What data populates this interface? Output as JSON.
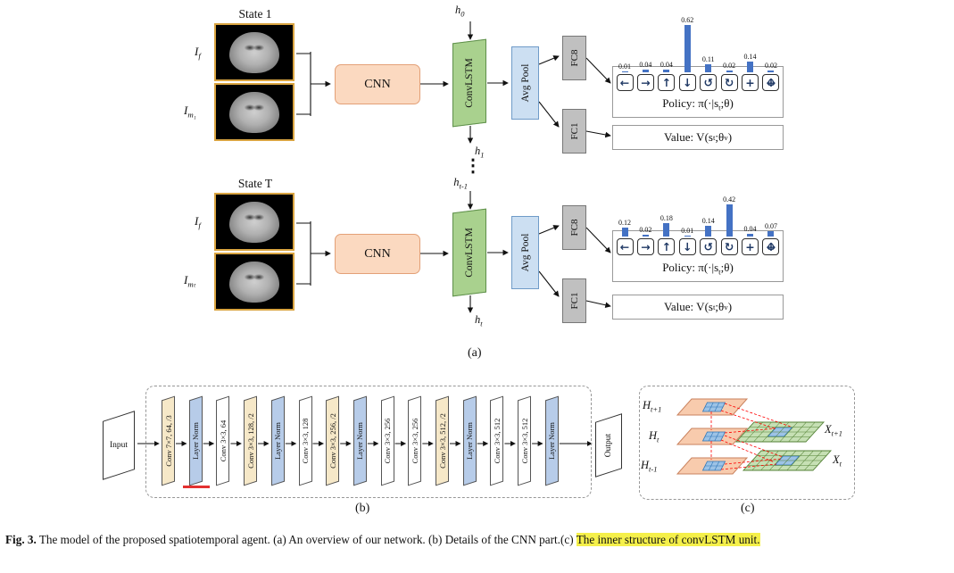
{
  "figure": {
    "sub_labels": {
      "a": "(a)",
      "b": "(b)",
      "c": "(c)"
    },
    "caption": {
      "prefix": "Fig. 3.",
      "body": " The model of the proposed spatiotemporal agent. (a) An overview of our network. (b) Details of the CNN part.(c) ",
      "highlight": "The inner structure of convLSTM unit."
    }
  },
  "overview": {
    "dots": "⋮",
    "hidden_labels": {
      "h0": {
        "base": "h",
        "sub": "0"
      },
      "h1": {
        "base": "h",
        "sub": "1"
      },
      "ht_minus": {
        "base": "h",
        "sub": "t-1"
      },
      "ht": {
        "base": "h",
        "sub": "t"
      }
    },
    "rows": [
      {
        "state_label": "State 1",
        "inputs": [
          {
            "base": "I",
            "sub": "f"
          },
          {
            "base": "I",
            "sub": "m₁"
          }
        ],
        "cnn_label": "CNN",
        "convlstm_label": "ConvLSTM",
        "avgpool_label": "Avg Pool",
        "fc_top_label": "FC8",
        "fc_bottom_label": "FC1",
        "policy": {
          "label": {
            "pre": "Policy: π(·|s",
            "sub": "t",
            "post": ";θ)"
          },
          "actions": [
            {
              "icon": "arrow-left-icon",
              "glyph": "←",
              "prob": "0.01"
            },
            {
              "icon": "arrow-right-icon",
              "glyph": "→",
              "prob": "0.04"
            },
            {
              "icon": "arrow-up-icon",
              "glyph": "↑",
              "prob": "0.04"
            },
            {
              "icon": "arrow-down-icon",
              "glyph": "↓",
              "prob": "0.62"
            },
            {
              "icon": "rotate-ccw-icon",
              "glyph": "↺",
              "prob": "0.11"
            },
            {
              "icon": "rotate-cw-icon",
              "glyph": "↻",
              "prob": "0.02"
            },
            {
              "icon": "zoom-plus-icon",
              "glyph": "+",
              "prob": "0.14"
            },
            {
              "icon": "move-icon",
              "glyph_parts": [
                "↔",
                "↕"
              ],
              "prob": "0.02"
            }
          ]
        },
        "value": {
          "pre": "Value: V(s",
          "sub1": "t",
          "mid": ";θ",
          "sub2": "v",
          "post": ")"
        }
      },
      {
        "state_label": "State T",
        "inputs": [
          {
            "base": "I",
            "sub": "f"
          },
          {
            "base": "I",
            "sub": "mₜ"
          }
        ],
        "cnn_label": "CNN",
        "convlstm_label": "ConvLSTM",
        "avgpool_label": "Avg Pool",
        "fc_top_label": "FC8",
        "fc_bottom_label": "FC1",
        "policy": {
          "label": {
            "pre": "Policy: π(·|s",
            "sub": "t",
            "post": ";θ)"
          },
          "actions": [
            {
              "icon": "arrow-left-icon",
              "glyph": "←",
              "prob": "0.12"
            },
            {
              "icon": "arrow-right-icon",
              "glyph": "→",
              "prob": "0.02"
            },
            {
              "icon": "arrow-up-icon",
              "glyph": "↑",
              "prob": "0.18"
            },
            {
              "icon": "arrow-down-icon",
              "glyph": "↓",
              "prob": "0.01"
            },
            {
              "icon": "rotate-ccw-icon",
              "glyph": "↺",
              "prob": "0.14"
            },
            {
              "icon": "rotate-cw-icon",
              "glyph": "↻",
              "prob": "0.42"
            },
            {
              "icon": "zoom-plus-icon",
              "glyph": "+",
              "prob": "0.04"
            },
            {
              "icon": "move-icon",
              "glyph_parts": [
                "↔",
                "↕"
              ],
              "prob": "0.07"
            }
          ]
        },
        "value": {
          "pre": "Value: V(s",
          "sub1": "t",
          "mid": ";θ",
          "sub2": "v",
          "post": ")"
        }
      }
    ]
  },
  "cnn": {
    "input_label": "Input",
    "output_label": "Output",
    "layers": [
      {
        "label": "Conv 7×7, 64, /3",
        "type": "conv-stride"
      },
      {
        "label": "Layer Norm",
        "type": "norm",
        "underline": true
      },
      {
        "label": "Conv 3×3, 64",
        "type": "conv"
      },
      {
        "label": "Conv 3×3, 128, /2",
        "type": "conv-stride"
      },
      {
        "label": "Layer Norm",
        "type": "norm"
      },
      {
        "label": "Conv 3×3, 128",
        "type": "conv"
      },
      {
        "label": "Conv 3×3, 256, /2",
        "type": "conv-stride"
      },
      {
        "label": "Layer Norm",
        "type": "norm"
      },
      {
        "label": "Conv 3×3, 256",
        "type": "conv"
      },
      {
        "label": "Conv 3×3, 256",
        "type": "conv"
      },
      {
        "label": "Conv 3×3, 512, /2",
        "type": "conv-stride"
      },
      {
        "label": "Layer Norm",
        "type": "norm"
      },
      {
        "label": "Conv 3×3, 512",
        "type": "conv"
      },
      {
        "label": "Conv 3×3, 512",
        "type": "conv"
      },
      {
        "label": "Layer Norm",
        "type": "norm"
      }
    ]
  },
  "convlstm_detail": {
    "hidden_planes": [
      {
        "base": "H",
        "sub": "t+1"
      },
      {
        "base": "H",
        "sub": "t"
      },
      {
        "base": "H",
        "sub": "t-1"
      }
    ],
    "input_planes": [
      {
        "base": "X",
        "sub": "t+1"
      },
      {
        "base": "X",
        "sub": "t"
      }
    ]
  },
  "colors": {
    "bar": "#4472C4",
    "cnn_box": "#FBD9C0",
    "convlstm": "#A9D18E",
    "avgpool": "#CCDFF2",
    "fc": "#C0C0C0",
    "image_frame": "#D9A441",
    "conv_stride_layer": "#F6E8C8",
    "norm_layer": "#B7CCE9",
    "hidden_plane": "#F8CBAD",
    "input_plane": "#C6E0B4",
    "grid_cell_blue": "#9DC3E6",
    "connection_red": "#FF0000",
    "caption_highlight": "#F5F04A"
  }
}
